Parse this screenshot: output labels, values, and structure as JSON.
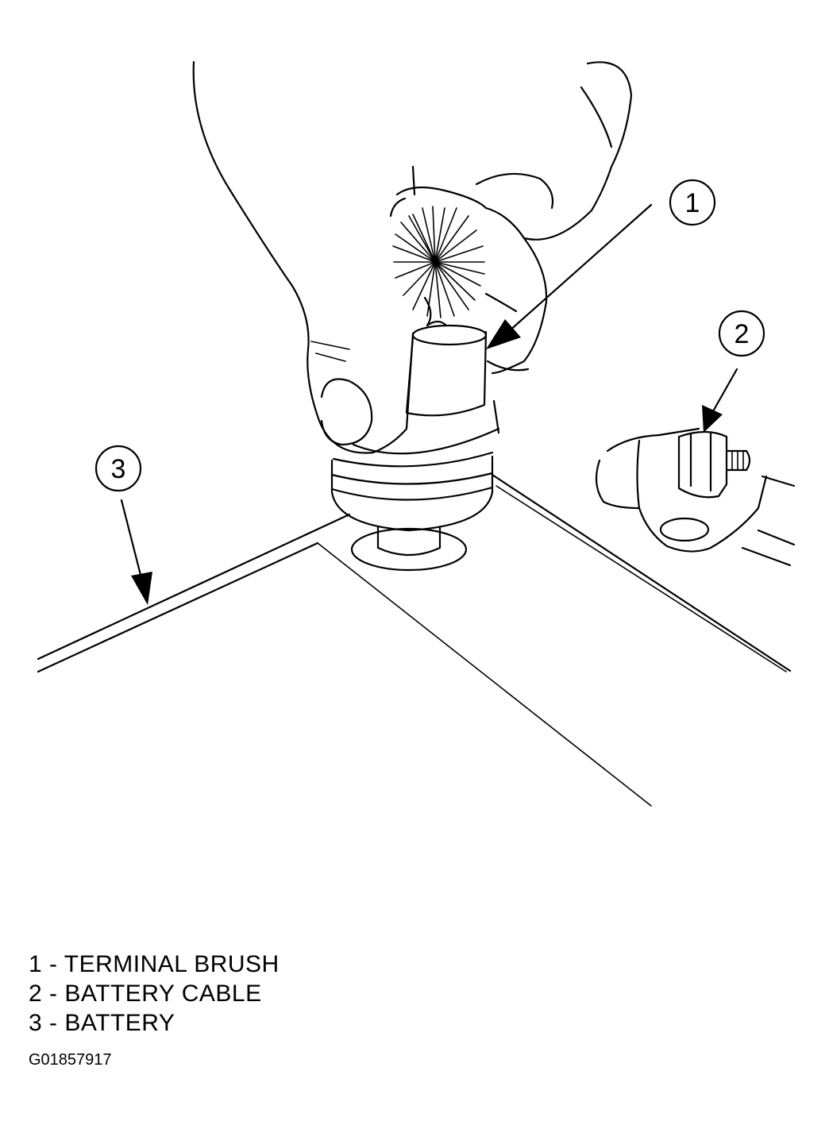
{
  "callouts": [
    {
      "number": "1"
    },
    {
      "number": "2"
    },
    {
      "number": "3"
    }
  ],
  "legend": [
    {
      "number": "1",
      "text": "1 - TERMINAL BRUSH"
    },
    {
      "number": "2",
      "text": "2 - BATTERY CABLE"
    },
    {
      "number": "3",
      "text": "3 - BATTERY"
    }
  ],
  "figure_id": "G01857917"
}
